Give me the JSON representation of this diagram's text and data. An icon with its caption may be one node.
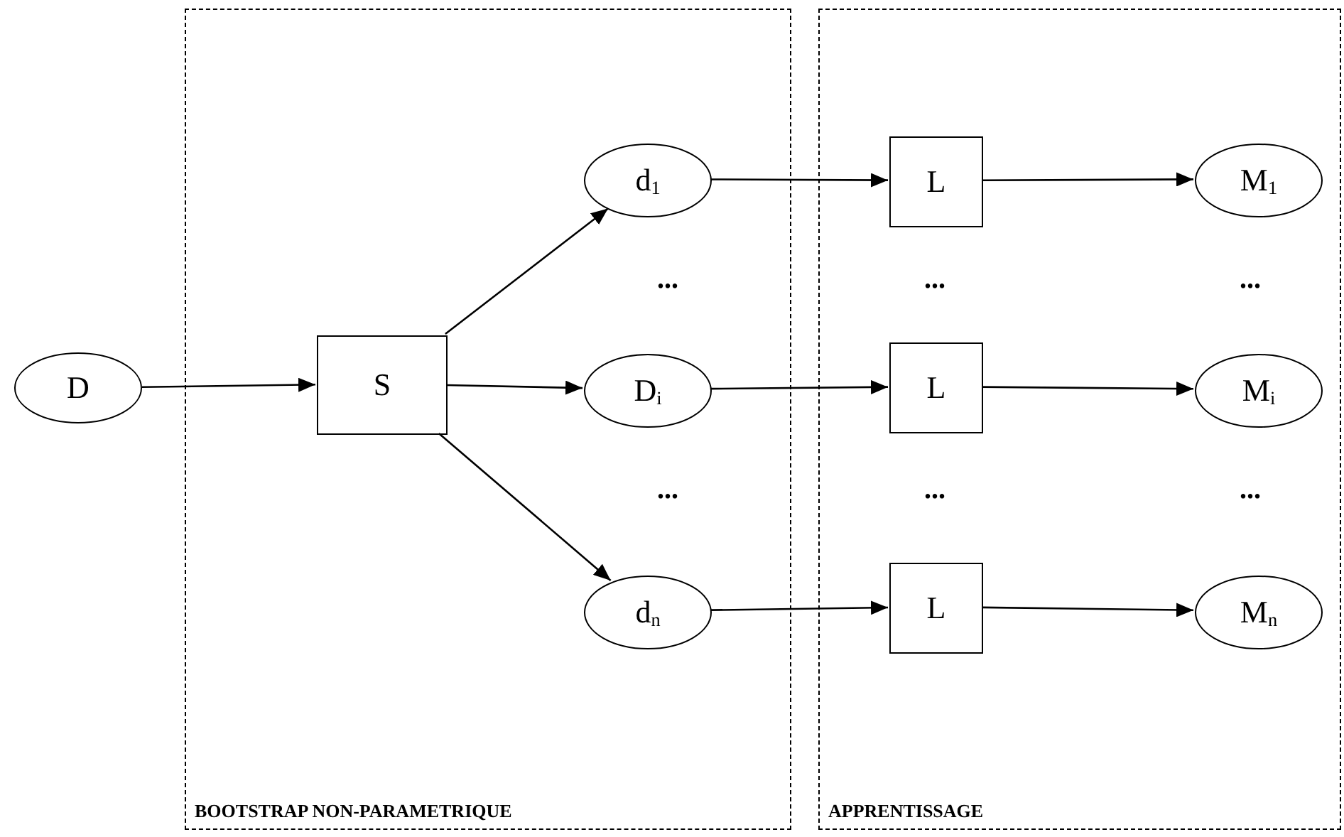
{
  "diagram": {
    "nodes": [
      {
        "text": [
          "D"
        ]
      },
      {
        "text": [
          "BOOTSTRAP NON-PARAMETRIQUE"
        ]
      },
      {
        "text": [
          "S"
        ],
        "in": 1
      },
      {
        "text": [
          "d$_{1}$"
        ],
        "in": 1
      },
      {
        "text": [
          "D$_{i}$"
        ],
        "in": 1
      },
      {
        "text": [
          "d$_{n}$"
        ],
        "in": 1
      },
      {
        "text": [
          "APPRENTISSAGE"
        ]
      },
      {
        "text": [
          "L"
        ],
        "in": 6
      },
      {
        "text": [
          "L"
        ],
        "in": 6
      },
      {
        "text": [
          "L"
        ],
        "in": 6
      },
      {
        "text": [
          "M$_{1}$"
        ],
        "in": 6
      },
      {
        "text": [
          "M$_{i}$"
        ],
        "in": 6
      },
      {
        "text": [
          "M$_{n}$"
        ],
        "in": 6
      }
    ],
    "edges": [
      {
        "from": 0,
        "to": 2,
        "arrow": "to"
      },
      {
        "from": 2,
        "to": 3,
        "arrow": "to"
      },
      {
        "from": 2,
        "to": 4,
        "arrow": "to"
      },
      {
        "from": 2,
        "to": 5,
        "arrow": "to"
      },
      {
        "from": 3,
        "to": 7,
        "arrow": "to"
      },
      {
        "from": 4,
        "to": 8,
        "arrow": "to"
      },
      {
        "from": 5,
        "to": 9,
        "arrow": "to"
      },
      {
        "from": 7,
        "to": 10,
        "arrow": "to"
      },
      {
        "from": 8,
        "to": 11,
        "arrow": "to"
      },
      {
        "from": 9,
        "to": 12,
        "arrow": "to"
      }
    ],
    "labels": [
      "...",
      "...",
      "...",
      "...",
      "...",
      "..."
    ]
  }
}
